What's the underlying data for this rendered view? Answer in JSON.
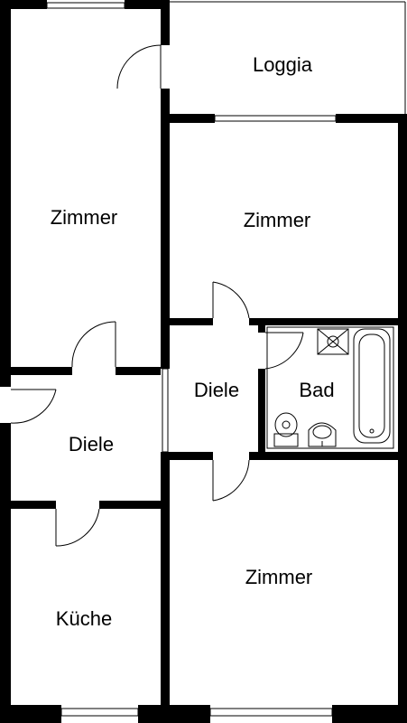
{
  "rooms": {
    "loggia": "Loggia",
    "zimmer_top_left": "Zimmer",
    "zimmer_middle_right": "Zimmer",
    "diele_center": "Diele",
    "bad": "Bad",
    "diele_left": "Diele",
    "kueche": "Küche",
    "zimmer_bottom_right": "Zimmer"
  },
  "colors": {
    "wall": "#000000",
    "background": "#ffffff"
  }
}
